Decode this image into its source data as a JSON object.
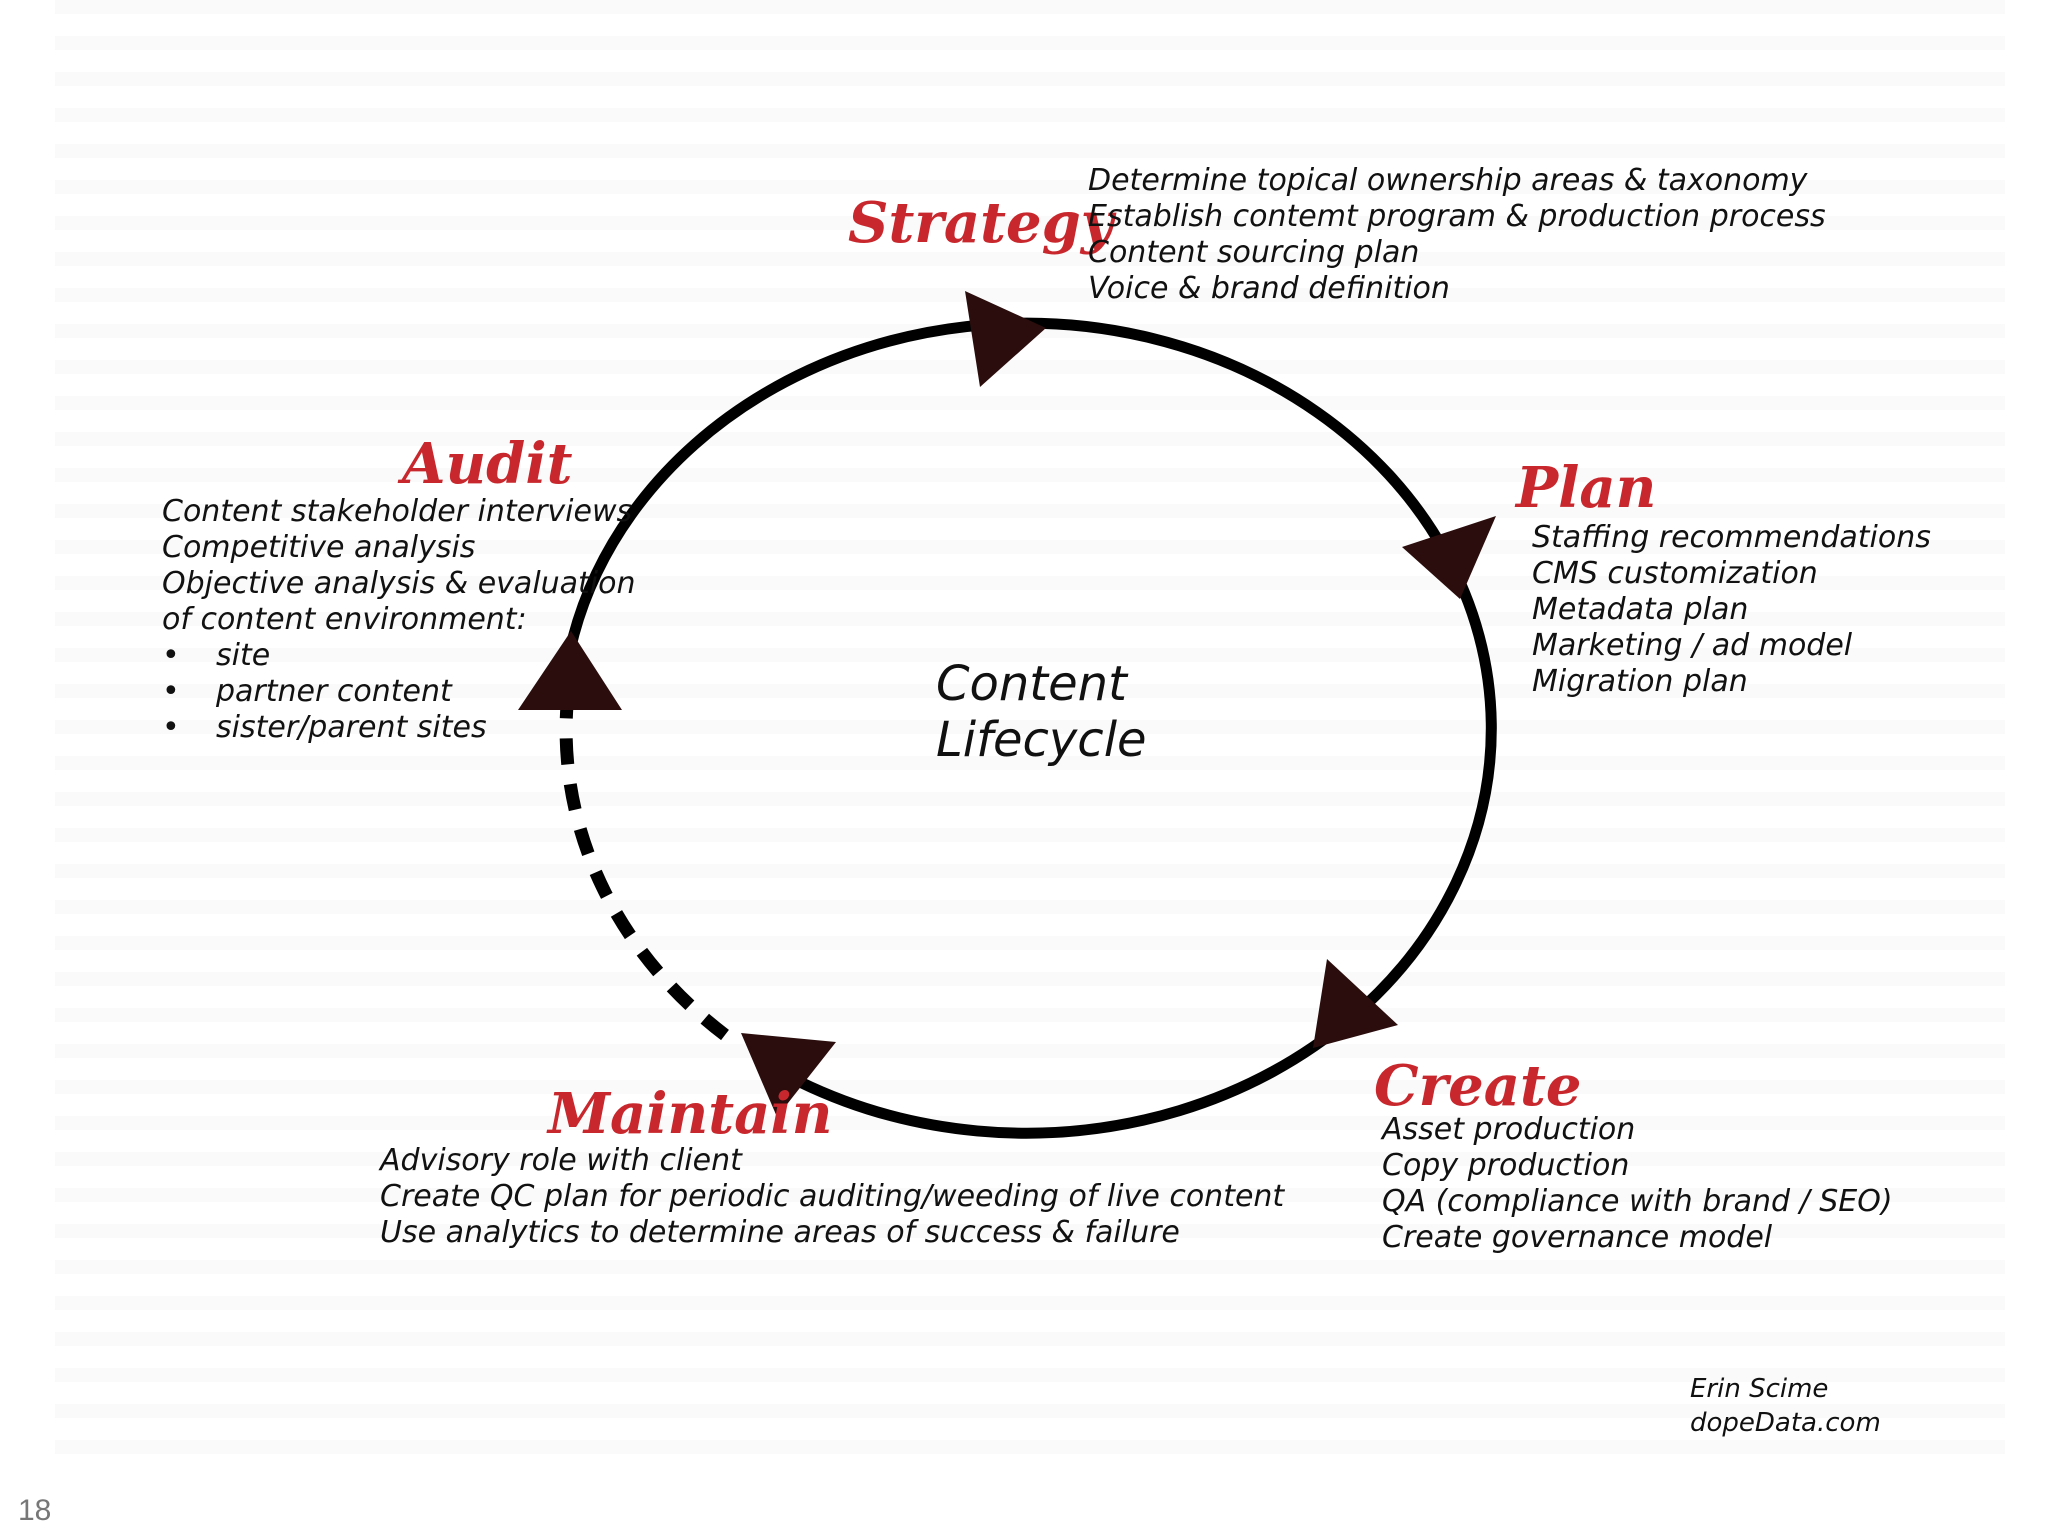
{
  "diagram": {
    "center_title": [
      "Content",
      "Lifecycle"
    ],
    "colors": {
      "stage_title": "#c8282d",
      "ring": "#000000",
      "arrow": "#2b0d0d",
      "text": "#111111"
    },
    "stages": {
      "strategy": {
        "title": "Strategy",
        "items": [
          "Determine topical ownership areas & taxonomy",
          "Establish contemt program & production process",
          "Content sourcing plan",
          "Voice & brand definition"
        ]
      },
      "plan": {
        "title": "Plan",
        "items": [
          "Staffing recommendations",
          "CMS customization",
          "Metadata plan",
          "Marketing / ad model",
          "Migration plan"
        ]
      },
      "create": {
        "title": "Create",
        "items": [
          "Asset production",
          "Copy production",
          "QA (compliance with brand / SEO)",
          "Create governance model"
        ]
      },
      "maintain": {
        "title": "Maintain",
        "items": [
          "Advisory role with client",
          "Create QC plan for periodic auditing/weeding of live content",
          "Use analytics to determine areas of success & failure"
        ]
      },
      "audit": {
        "title": "Audit",
        "items": [
          "Content stakeholder interviews",
          "Competitive analysis",
          "Objective analysis & evaluation",
          "of content environment:"
        ],
        "sub_items": [
          "site",
          "partner content",
          "sister/parent sites"
        ],
        "bullet": "•"
      }
    }
  },
  "credit": {
    "author": "Erin Scime",
    "site": "dopeData.com"
  },
  "page_number": "18"
}
